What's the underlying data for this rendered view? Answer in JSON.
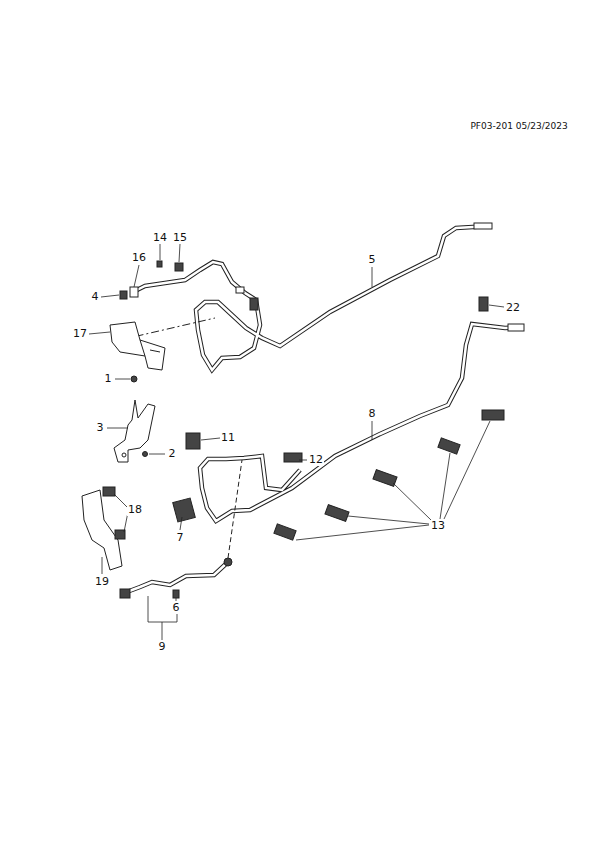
{
  "diagram": {
    "labels": [
      "PF03-201 05/23/2023",
      "14",
      "15",
      "16",
      "4",
      "5",
      "17",
      "22",
      "1",
      "8",
      "3",
      "11",
      "2",
      "12",
      "18",
      "7",
      "13",
      "19",
      "6",
      "9"
    ]
  }
}
